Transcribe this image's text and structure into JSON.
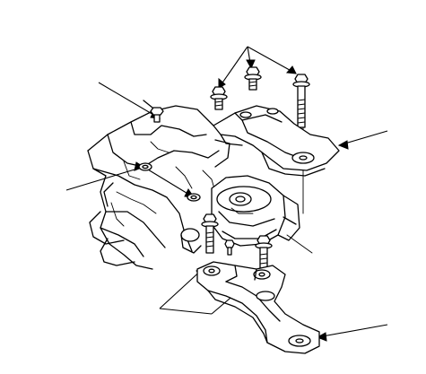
{
  "figure": {
    "kind": "exploded-assembly-illustration",
    "subject": "engine-mount-bracket-and-bolts",
    "text_labels": []
  },
  "palette": {
    "ink": "#000000",
    "paper": "#ffffff"
  },
  "icons": {
    "arrowhead": "solid-triangle-arrowhead",
    "bolt": "flanged-hex-bolt"
  }
}
